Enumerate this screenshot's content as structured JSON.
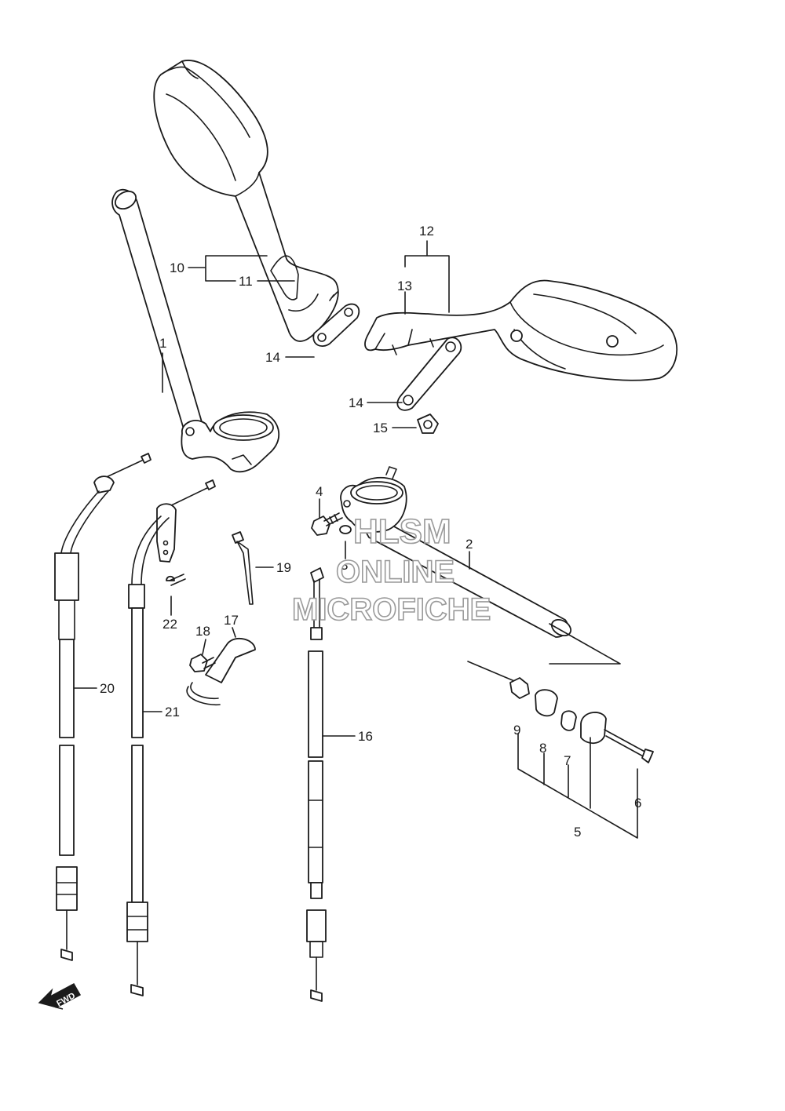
{
  "labels": {
    "p1": "1",
    "p2": "2",
    "p3": "3",
    "p4": "4",
    "p5": "5",
    "p6": "6",
    "p7": "7",
    "p8": "8",
    "p9": "9",
    "p10": "10",
    "p11": "11",
    "p12": "12",
    "p13": "13",
    "p14a": "14",
    "p14b": "14",
    "p15": "15",
    "p16": "16",
    "p17": "17",
    "p18": "18",
    "p19": "19",
    "p20": "20",
    "p21": "21",
    "p22": "22"
  },
  "watermark": {
    "line1": "HLSM",
    "line2": "ONLINE",
    "line3": "MICROFICHE"
  },
  "fwd": "FWD"
}
